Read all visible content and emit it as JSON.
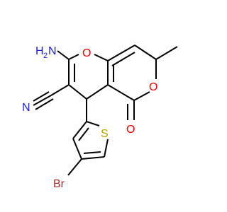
{
  "molecule": {
    "atoms": {
      "amino_n": "N",
      "amino_h": "H",
      "amino_h_count": "2",
      "pyran_o1": "O",
      "lactone_o": "O",
      "carbonyl_o": "O",
      "nitrile_n": "N",
      "thiophene_s": "S",
      "bromine": "Br"
    }
  },
  "colors": {
    "bond": "#000000",
    "oxygen": "#e00000",
    "nitrogen": "#2020d8",
    "sulfur": "#b8a000",
    "bromine": "#a52a2a"
  }
}
